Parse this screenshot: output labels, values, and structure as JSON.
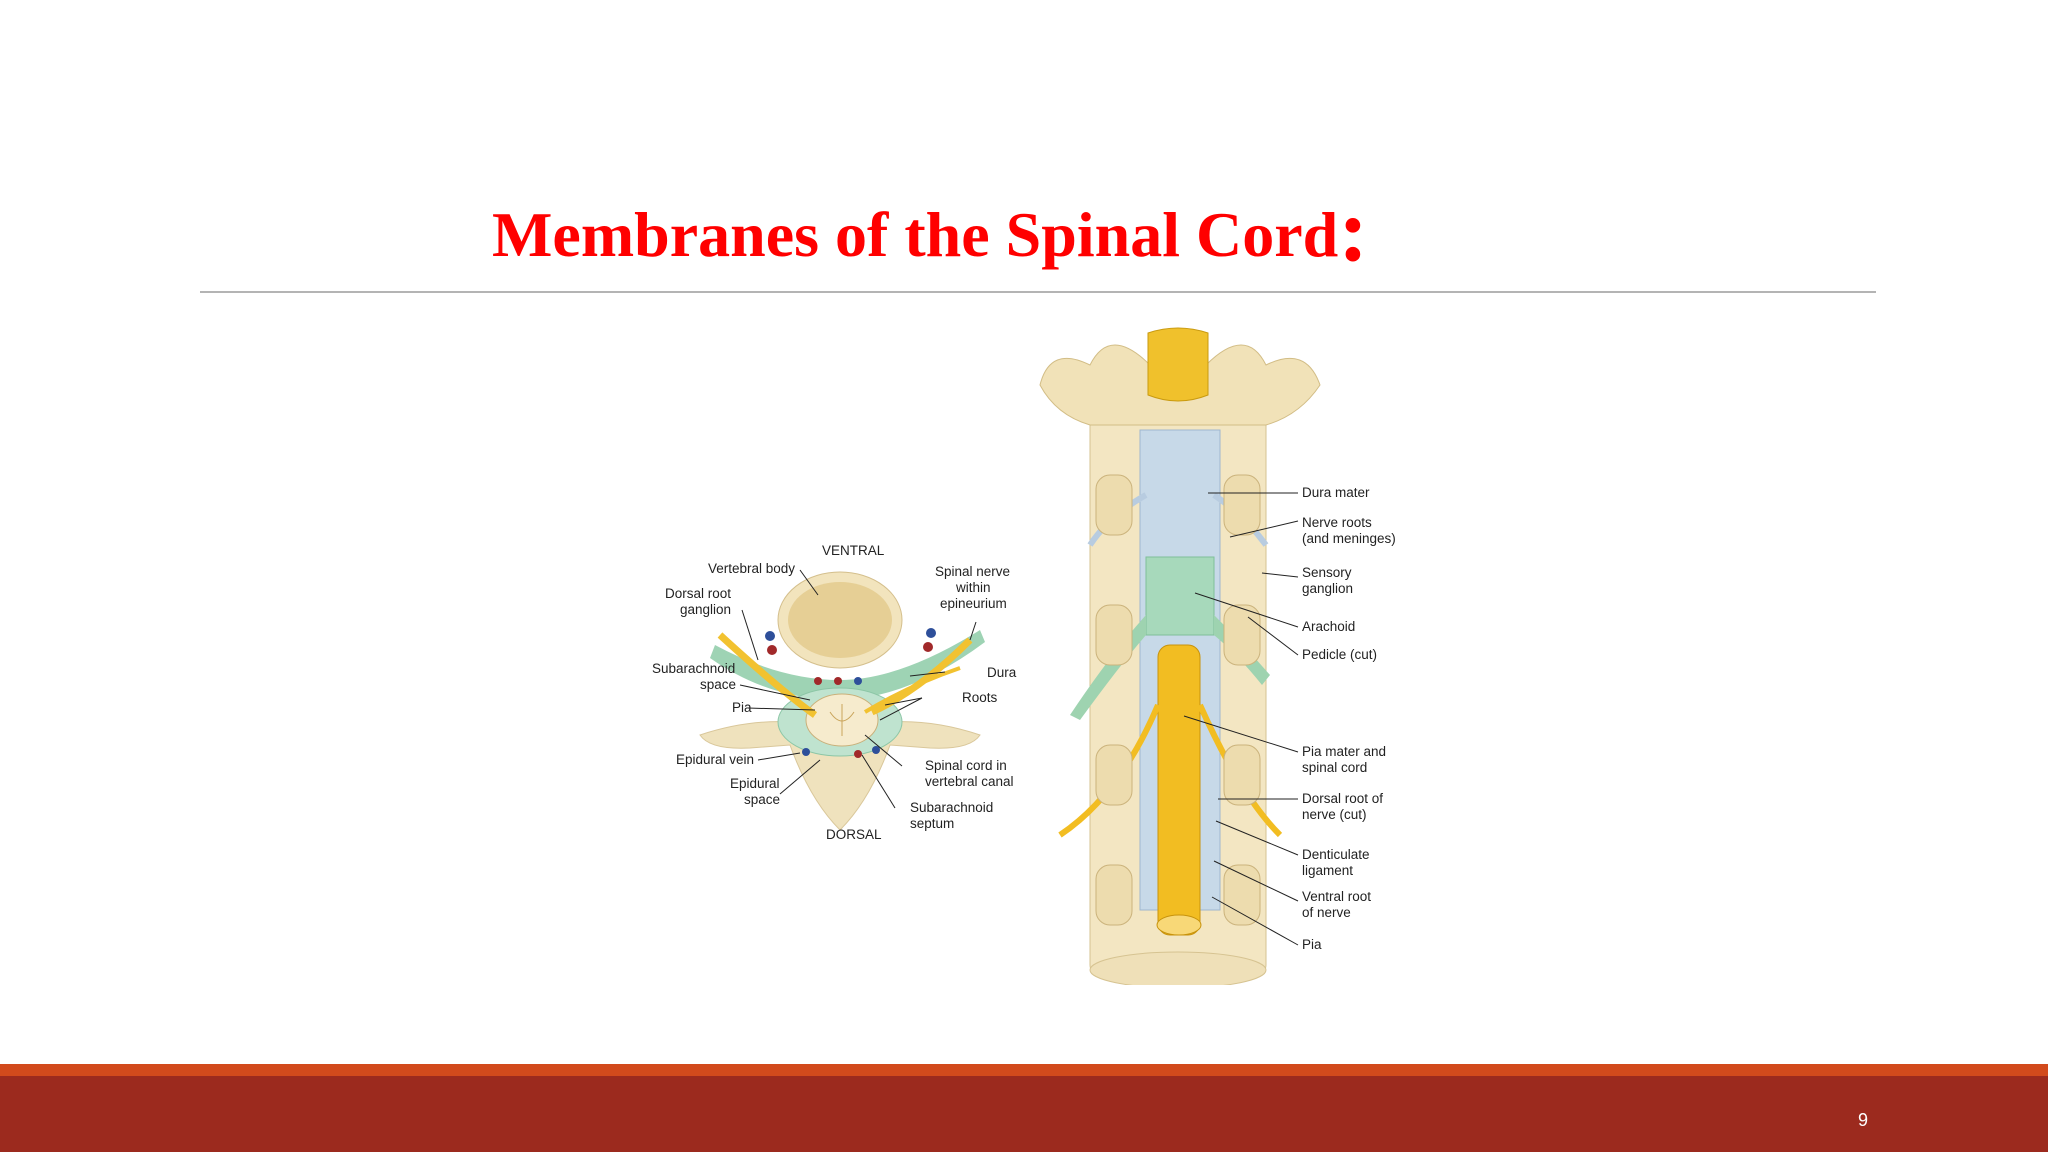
{
  "slide": {
    "title": "Membranes of the Spinal Cord",
    "title_suffix": ":",
    "page_number": "9",
    "colors": {
      "title": "#ff0000",
      "footer": "#9c2a1e",
      "footer_accent": "#d24a1c",
      "rule": "#b4b4b4"
    }
  },
  "figure_cross_section": {
    "ventral": "VENTRAL",
    "dorsal": "DORSAL",
    "vertebral_body": "Vertebral body",
    "dorsal_root_ganglion_1": "Dorsal root",
    "dorsal_root_ganglion_2": "ganglion",
    "spinal_nerve_1": "Spinal nerve",
    "spinal_nerve_2": "within",
    "spinal_nerve_3": "epineurium",
    "subarachnoid_space_1": "Subarachnoid",
    "subarachnoid_space_2": "space",
    "dura": "Dura",
    "roots": "Roots",
    "pia": "Pia",
    "epidural_vein": "Epidural vein",
    "spinal_cord_1": "Spinal cord in",
    "spinal_cord_2": "vertebral canal",
    "epidural_space_1": "Epidural",
    "epidural_space_2": "space",
    "subarachnoid_septum_1": "Subarachnoid",
    "subarachnoid_septum_2": "septum"
  },
  "figure_longitudinal": {
    "dura_mater": "Dura mater",
    "nerve_roots_1": "Nerve roots",
    "nerve_roots_2": "(and meninges)",
    "sensory_ganglion_1": "Sensory",
    "sensory_ganglion_2": "ganglion",
    "arachoid": "Arachoid",
    "pedicle": "Pedicle (cut)",
    "pia_mater_1": "Pia mater and",
    "pia_mater_2": "spinal cord",
    "dorsal_root_1": "Dorsal root of",
    "dorsal_root_2": "nerve (cut)",
    "denticulate_1": "Denticulate",
    "denticulate_2": "ligament",
    "ventral_root_1": "Ventral root",
    "ventral_root_2": "of nerve",
    "pia": "Pia"
  }
}
